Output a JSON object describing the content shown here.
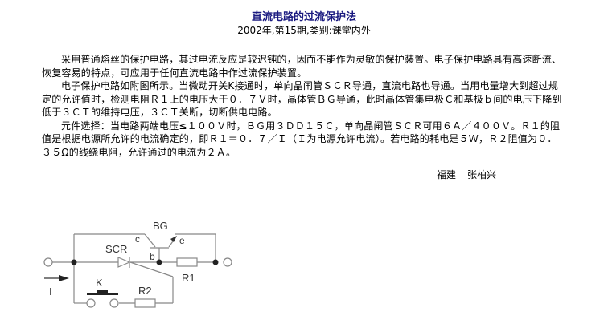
{
  "header": {
    "title": "直流电路的过流保护法",
    "subtitle": "2002年,第15期,类别:课堂内外"
  },
  "article": {
    "paragraphs": [
      "采用普通熔丝的保护电路，其过电流反应是较迟钝的，因而不能作为灵敏的保护装置。电子保护电路具有高速断流、恢复容易的特点，可应用于任何直流电路中作过流保护装置。",
      "电子保护电路如附图所示。当微动开关K接通时，单向晶闸管ＳＣＲ导通，直流电路也导通。当用电量增大到超过规定的允许值时，检测电阻Ｒ１上的电压大于０．７Ｖ时，晶体管ＢＧ导通，此时晶体管集电极Ｃ和基极ｂ间的电压下降到低于３ＣＴ的维持电压，３ＣＴ关断，切断供电电路。",
      "元件选择：当电路两端电压≤１００Ｖ时，ＢＧ用３ＤＤ１５Ｃ，单向晶闸管ＳＣＲ可用６Ａ／４００Ｖ。Ｒ１的阻值是根据电源所允许的电流确定的，即Ｒ１＝０．７／Ｉ（Ｉ为电源允许电流）。若电路的耗电是５Ｗ，Ｒ２阻值为０．３５Ω的线绕电阻，允许通过的电流为２Ａ。"
    ],
    "author_region": "福建",
    "author_name": "张柏兴"
  },
  "circuit": {
    "labels": {
      "transistor": "BG",
      "collector": "c",
      "emitter": "e",
      "base": "b",
      "thyristor": "SCR",
      "switch": "K",
      "resistor1": "R1",
      "resistor2": "R2",
      "current": "I"
    },
    "line_color": "#888888",
    "text_color": "#333333",
    "node_color": "#222222"
  }
}
